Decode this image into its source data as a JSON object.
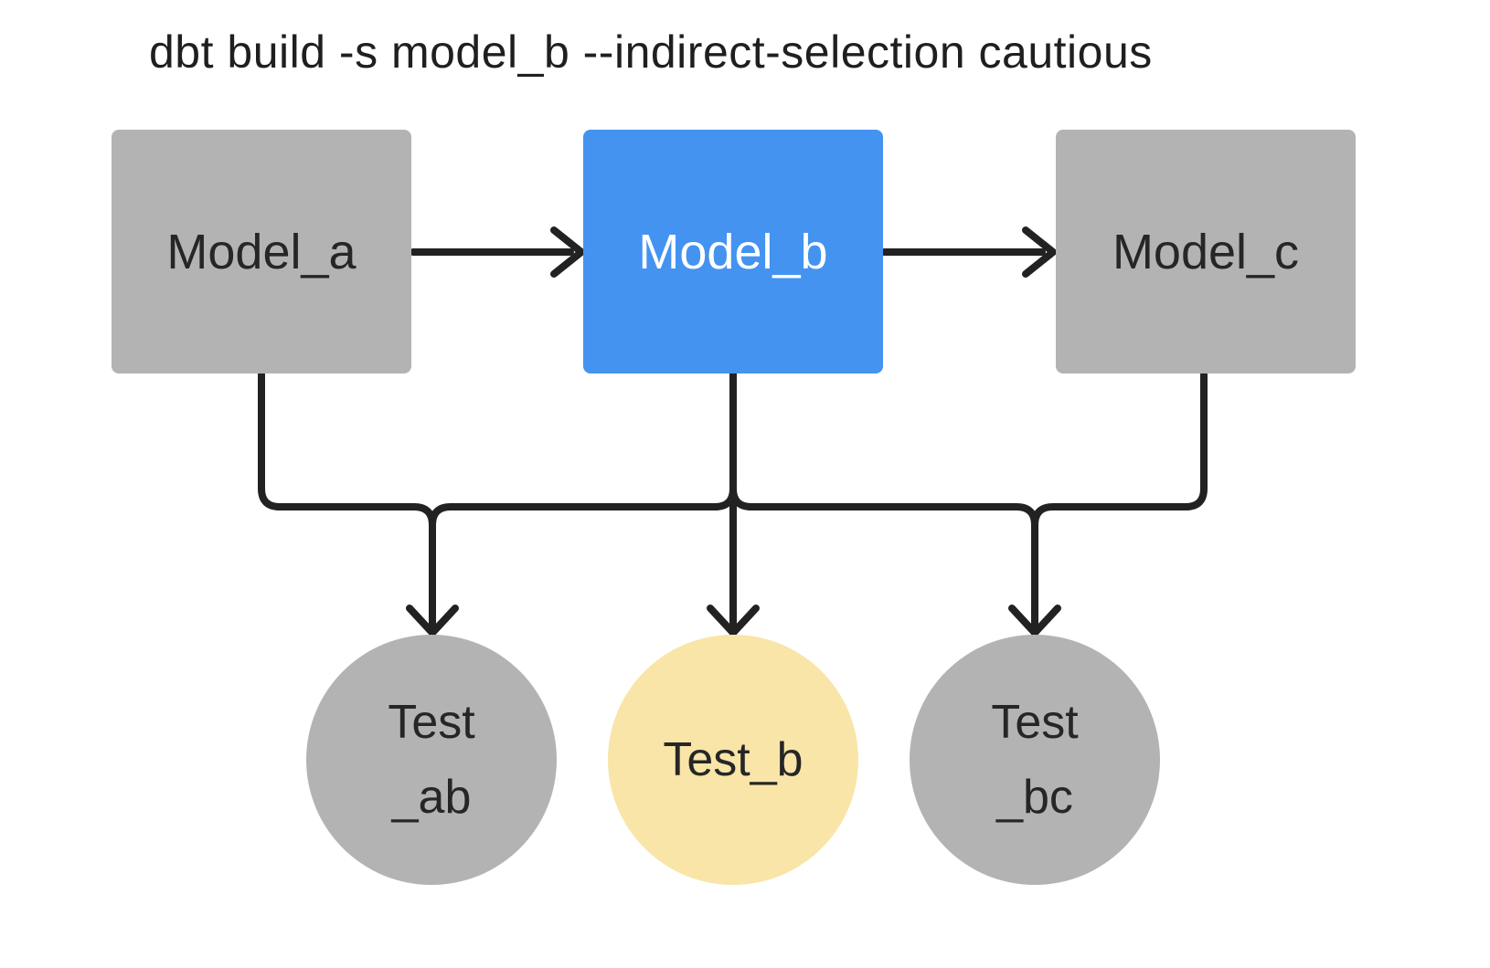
{
  "title": "dbt build -s model_b --indirect-selection cautious",
  "colors": {
    "background": "#ffffff",
    "node_gray": "#b3b3b3",
    "node_selected_blue": "#4493f0",
    "node_indirect_yellow": "#f9e5a7",
    "edge_stroke": "#222222",
    "text_dark": "#262626",
    "text_on_blue": "#ffffff"
  },
  "nodes": {
    "models": [
      {
        "id": "model_a",
        "label": "Model_a",
        "color": "#b3b3b3"
      },
      {
        "id": "model_b",
        "label": "Model_b",
        "color": "#4493f0"
      },
      {
        "id": "model_c",
        "label": "Model_c",
        "color": "#b3b3b3"
      }
    ],
    "tests": [
      {
        "id": "test_ab",
        "lines": [
          "Test",
          "_ab"
        ],
        "color": "#b3b3b3"
      },
      {
        "id": "test_b",
        "lines": [
          "Test_b"
        ],
        "color": "#f9e5a7"
      },
      {
        "id": "test_bc",
        "lines": [
          "Test",
          "_bc"
        ],
        "color": "#b3b3b3"
      }
    ]
  },
  "edges": [
    {
      "from": "model_a",
      "to": "model_b"
    },
    {
      "from": "model_b",
      "to": "model_c"
    },
    {
      "from": "model_a",
      "to": "test_ab"
    },
    {
      "from": "model_b",
      "to": "test_ab"
    },
    {
      "from": "model_b",
      "to": "test_b"
    },
    {
      "from": "model_b",
      "to": "test_bc"
    },
    {
      "from": "model_c",
      "to": "test_bc"
    }
  ]
}
